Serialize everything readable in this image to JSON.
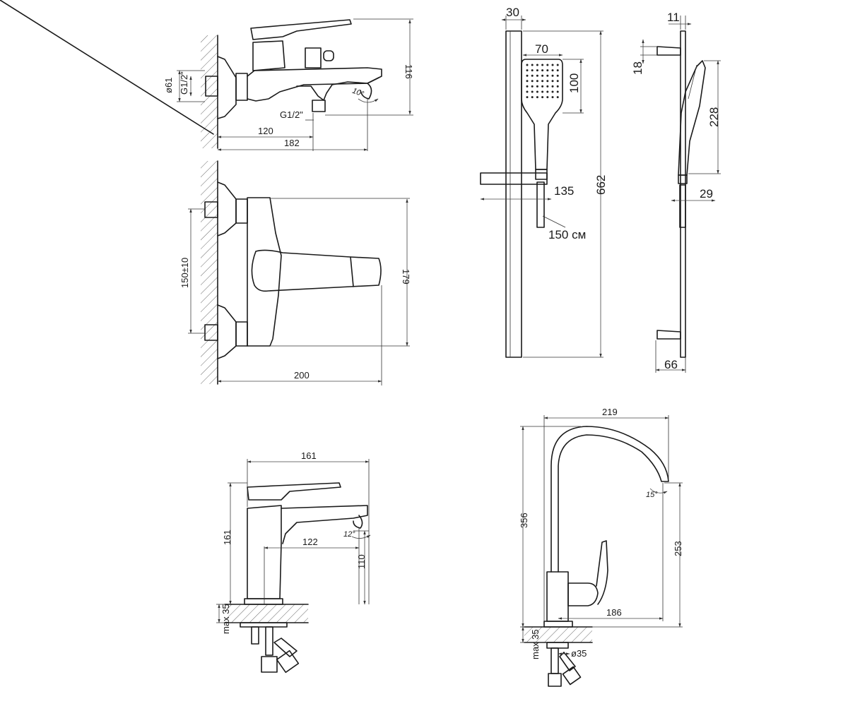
{
  "bath_mixer": {
    "side": {
      "dim_height": "116",
      "dim_flange_dia": "ø61",
      "dim_thread_inlet": "G1/2\"",
      "dim_thread_outlet": "G1/2\"",
      "dim_120": "120",
      "dim_182": "182",
      "angle": "10°"
    },
    "top": {
      "dim_centers": "150±10",
      "dim_179": "179",
      "dim_200": "200"
    }
  },
  "shower_set": {
    "front": {
      "dim_30": "30",
      "dim_70": "70",
      "dim_100": "100",
      "dim_135": "135",
      "dim_662": "662",
      "hose_length": "150 см"
    },
    "side": {
      "dim_11": "11",
      "dim_18": "18",
      "dim_228": "228",
      "dim_29": "29",
      "dim_66": "66"
    }
  },
  "basin_mixer": {
    "dim_161_w": "161",
    "dim_161_h": "161",
    "dim_122": "122",
    "dim_110": "110",
    "angle": "12°",
    "max_thickness": "max 35"
  },
  "kitchen_mixer": {
    "dim_219": "219",
    "dim_356": "356",
    "dim_253": "253",
    "dim_186": "186",
    "angle": "15°",
    "dim_35": "ø35",
    "max_thickness": "max 35"
  }
}
